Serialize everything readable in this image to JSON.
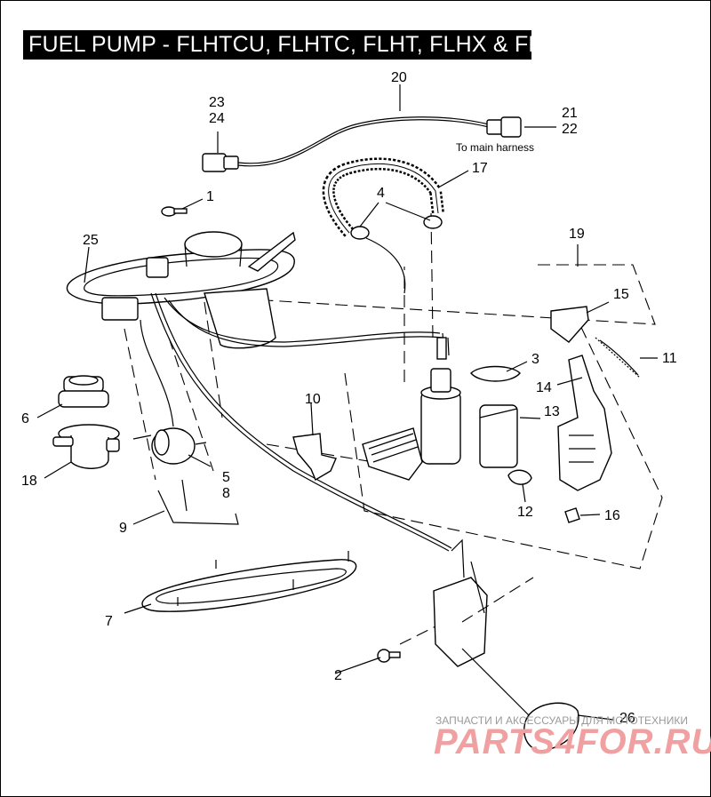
{
  "title": "FUEL PUMP - FLHTCU, FLHTC, FLHT, FLHX & FLTR",
  "note_harness": "To main harness",
  "callouts": {
    "c1": "1",
    "c2": "2",
    "c3": "3",
    "c4": "4",
    "c5": "5",
    "c6": "6",
    "c7": "7",
    "c8": "8",
    "c9": "9",
    "c10": "10",
    "c11": "11",
    "c12": "12",
    "c13": "13",
    "c14": "14",
    "c15": "15",
    "c16": "16",
    "c17": "17",
    "c18": "18",
    "c19": "19",
    "c20": "20",
    "c21": "21",
    "c22": "22",
    "c23": "23",
    "c24": "24",
    "c25": "25",
    "c26": "26"
  },
  "watermark": {
    "line1": "ЗАПЧАСТИ И АКСЕССУАРЫ ДЛЯ МОТОТЕХНИКИ",
    "line2": "PARTS4FOR.RU"
  }
}
